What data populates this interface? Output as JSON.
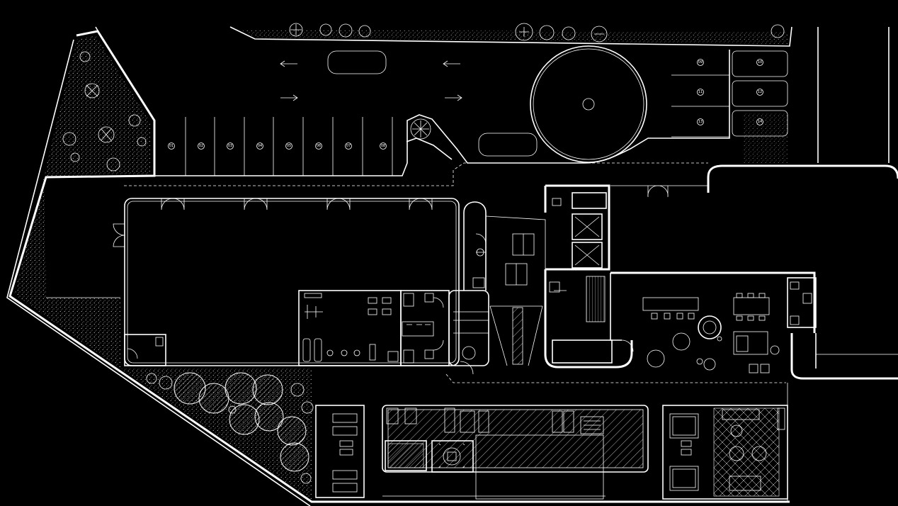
{
  "plan": {
    "colors": {
      "background": "#000000",
      "line": "#ffffff"
    },
    "upper_parking": {
      "stall_labels": [
        "01",
        "02",
        "03",
        "04",
        "05",
        "06",
        "07",
        "08"
      ]
    },
    "right_parking": {
      "stall_labels": [
        "09",
        "10",
        "11",
        "12",
        "13",
        "14"
      ]
    }
  }
}
